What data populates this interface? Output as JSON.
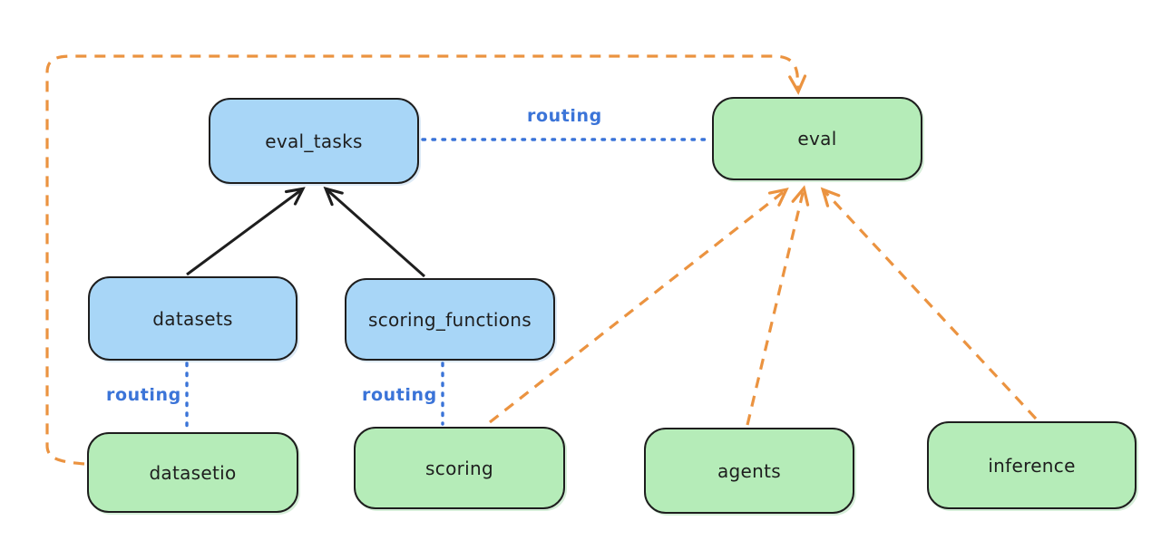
{
  "diagram": {
    "type": "architecture-graph",
    "colors": {
      "api_box_fill": "#a8d6f7",
      "provider_box_fill": "#b5ecb8",
      "box_stroke": "#1e1e1e",
      "routing_blue": "#3b74d8",
      "provider_orange": "#eb9340"
    },
    "nodes": [
      {
        "id": "eval_tasks",
        "label": "eval_tasks",
        "kind": "blue"
      },
      {
        "id": "eval",
        "label": "eval",
        "kind": "green"
      },
      {
        "id": "datasets",
        "label": "datasets",
        "kind": "blue"
      },
      {
        "id": "scoring_functions",
        "label": "scoring_functions",
        "kind": "blue"
      },
      {
        "id": "datasetio",
        "label": "datasetio",
        "kind": "green"
      },
      {
        "id": "scoring",
        "label": "scoring",
        "kind": "green"
      },
      {
        "id": "agents",
        "label": "agents",
        "kind": "green"
      },
      {
        "id": "inference",
        "label": "inference",
        "kind": "green"
      }
    ],
    "edges": [
      {
        "from": "datasets",
        "to": "eval_tasks",
        "style": "solid-black-arrow",
        "label": ""
      },
      {
        "from": "scoring_functions",
        "to": "eval_tasks",
        "style": "solid-black-arrow",
        "label": ""
      },
      {
        "from": "eval_tasks",
        "to": "eval",
        "style": "dotted-blue",
        "label": "routing"
      },
      {
        "from": "datasets",
        "to": "datasetio",
        "style": "dotted-blue",
        "label": "routing"
      },
      {
        "from": "scoring_functions",
        "to": "scoring",
        "style": "dotted-blue",
        "label": "routing"
      },
      {
        "from": "scoring",
        "to": "eval",
        "style": "dashed-orange-arrow",
        "label": ""
      },
      {
        "from": "agents",
        "to": "eval",
        "style": "dashed-orange-arrow",
        "label": ""
      },
      {
        "from": "inference",
        "to": "eval",
        "style": "dashed-orange-arrow",
        "label": ""
      },
      {
        "from": "datasetio",
        "to": "eval",
        "style": "dashed-orange-arrow-around-left-top",
        "label": ""
      }
    ]
  }
}
